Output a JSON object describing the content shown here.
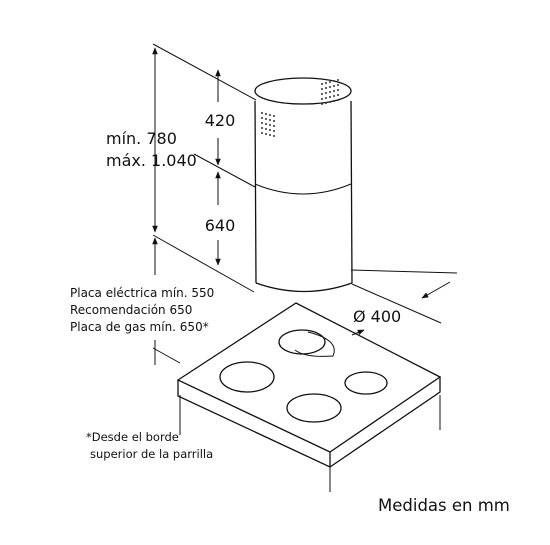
{
  "dimensions": {
    "top_section": "420",
    "bottom_section": "640",
    "total_min": "mín. 780",
    "total_max": "máx. 1.040",
    "diameter": "Ø 400"
  },
  "clearance": {
    "line1": "Placa eléctrica mín. 550",
    "line2": "Recomendación 650",
    "line3": "Placa de gas mín. 650*"
  },
  "footnote": {
    "line1": "*Desde el borde",
    "line2": "superior de la parrilla"
  },
  "caption": "Medidas en mm",
  "colors": {
    "line": "#111111",
    "background": "#ffffff"
  }
}
